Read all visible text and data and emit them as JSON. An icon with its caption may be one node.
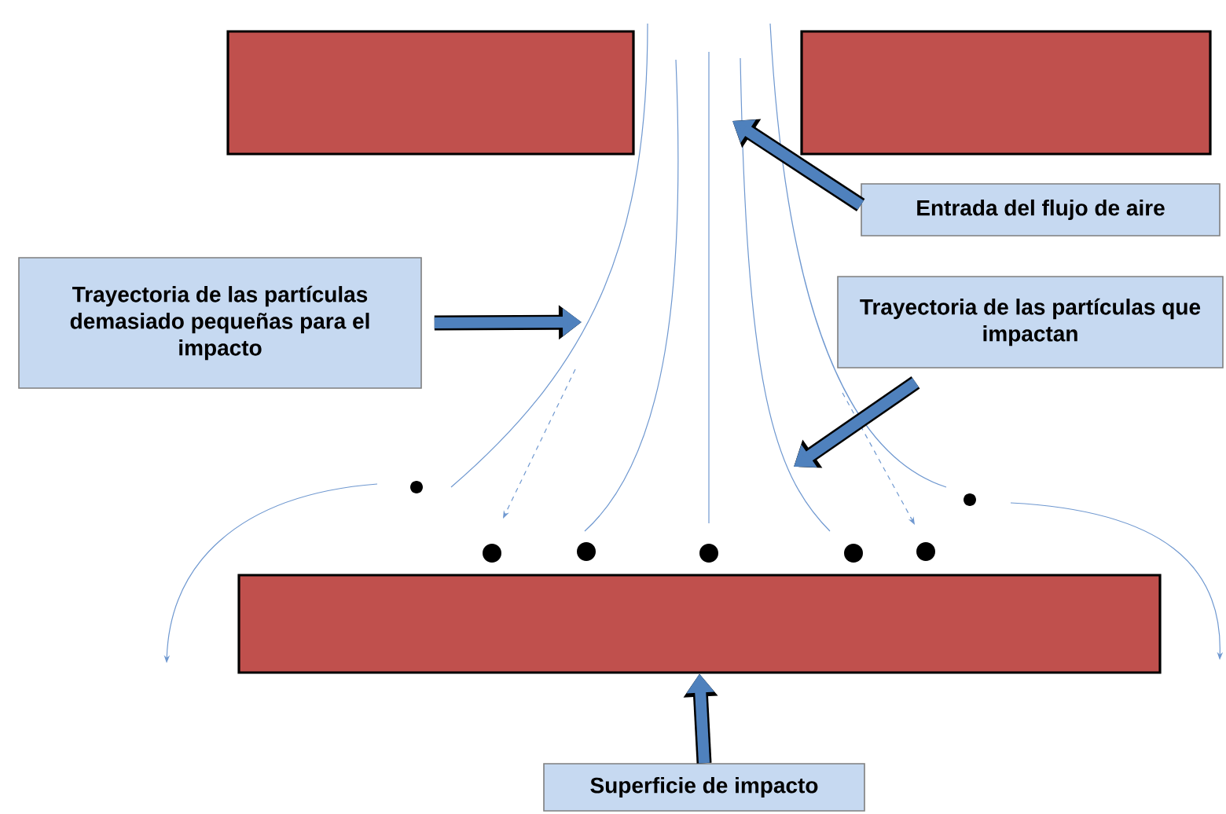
{
  "diagram": {
    "nodes": [
      {
        "text": [],
        "shape": "box"
      },
      {
        "text": [],
        "shape": "box"
      },
      {
        "text": [],
        "shape": "box"
      },
      {
        "text": [
          "Entrada del flujo de aire"
        ]
      },
      {
        "text": [
          "Trayectoria de las partículas demasiado pequeñas para el impacto"
        ]
      },
      {
        "text": [
          "Trayectoria de las partículas que impactan"
        ]
      },
      {
        "text": [
          "Superficie de impacto"
        ]
      }
    ],
    "edges": [
      {
        "from": 3,
        "to": null,
        "arrow": "to"
      },
      {
        "from": 4,
        "to": null,
        "arrow": "to"
      },
      {
        "from": 5,
        "to": null,
        "arrow": "to"
      },
      {
        "from": 6,
        "to": 2,
        "arrow": "to"
      }
    ]
  }
}
